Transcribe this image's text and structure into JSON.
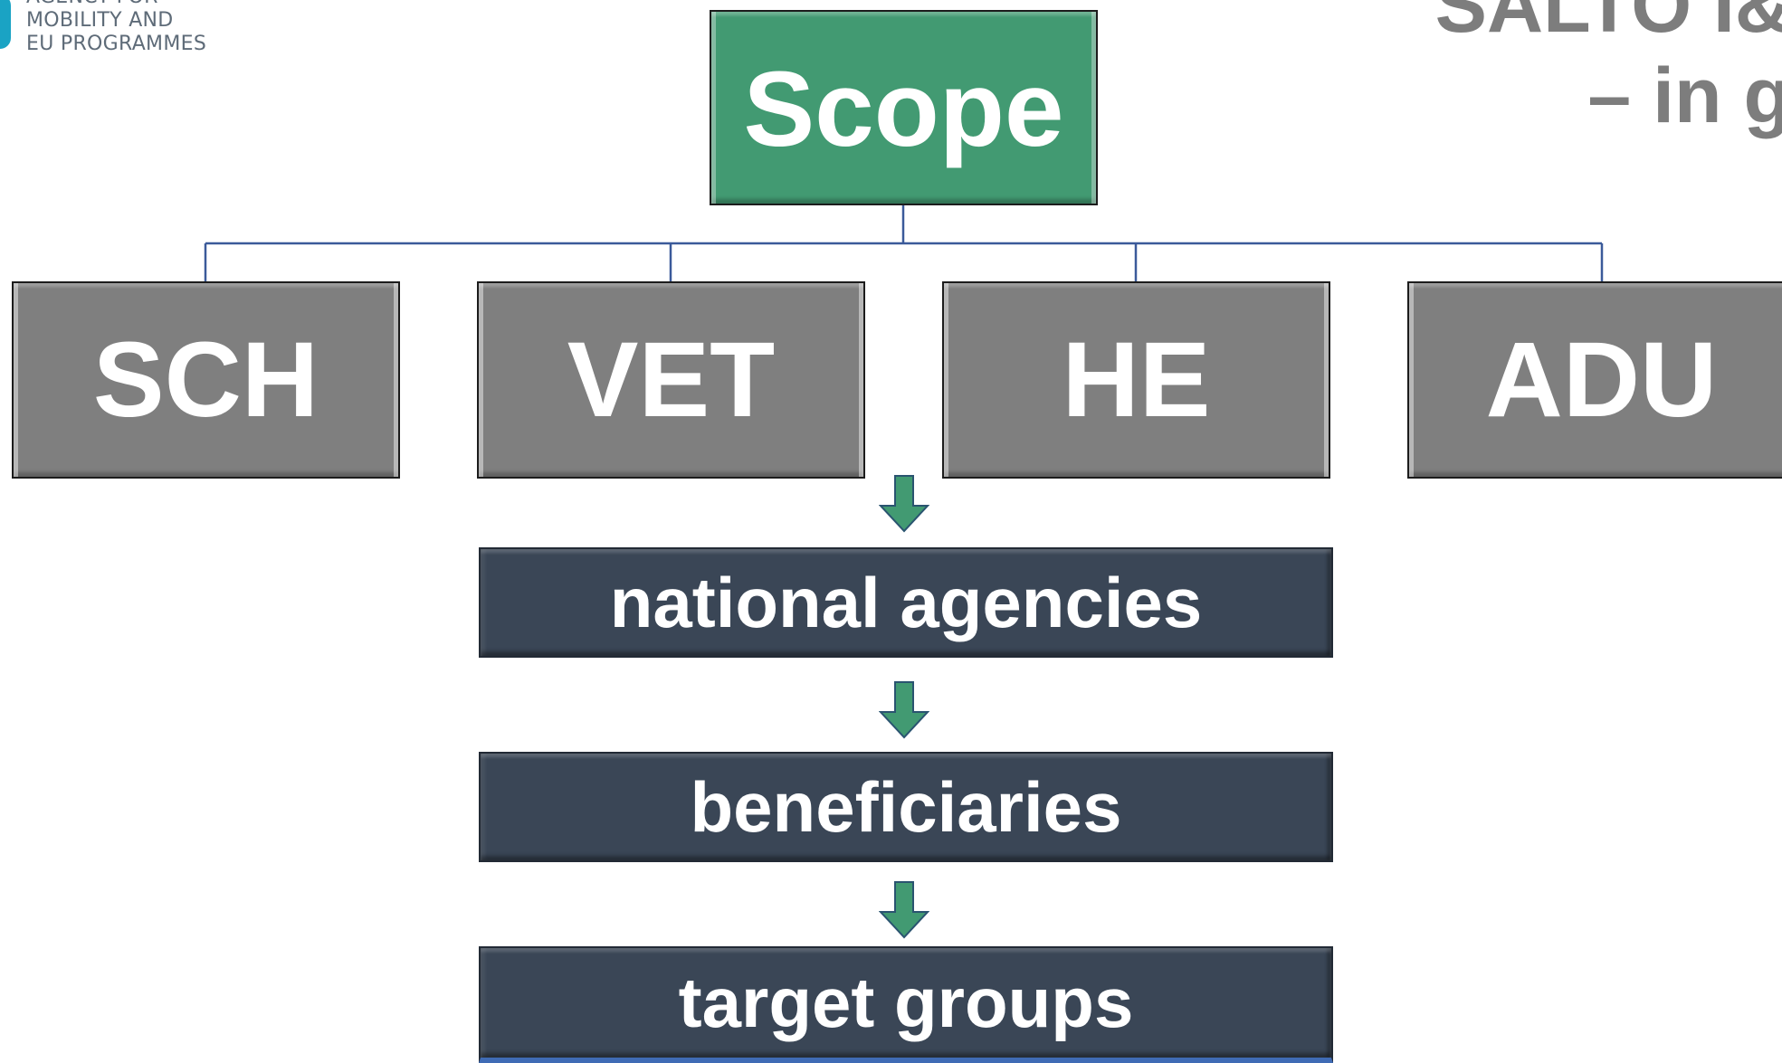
{
  "logo": {
    "lines": [
      "AGENCY FOR",
      "MOBILITY AND",
      "EU PROGRAMMES"
    ]
  },
  "title": {
    "line1": "SALTO I&",
    "line2": "– in g"
  },
  "diagram": {
    "root": "Scope",
    "sectors": [
      "SCH",
      "VET",
      "HE",
      "ADU"
    ],
    "levels": [
      "national agencies",
      "beneficiaries",
      "target groups"
    ]
  },
  "colors": {
    "root": "#429a72",
    "sector": "#7f7f7f",
    "level": "#3a4656",
    "connector": "#3b5a9a",
    "arrow": "#429a72"
  },
  "icons": {
    "arrow": "arrow-down-icon"
  }
}
